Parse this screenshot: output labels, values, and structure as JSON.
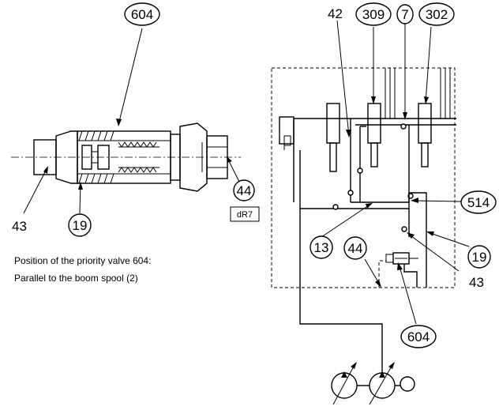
{
  "left_view": {
    "callouts": {
      "priority_valve": "604",
      "ref_44": "44",
      "ref_19": "19",
      "ref_43": "43"
    },
    "tag_box": "dR7",
    "note_line_1": "Position of the priority valve 604:",
    "note_line_2": "Parallel to the boom spool (2)"
  },
  "right_view": {
    "labels": {
      "ref_42": "42",
      "ref_309": "309",
      "ref_7": "7",
      "ref_302": "302",
      "ref_514": "514",
      "ref_13": "13",
      "ref_44": "44",
      "ref_19": "19",
      "ref_43": "43",
      "ref_604": "604"
    }
  }
}
